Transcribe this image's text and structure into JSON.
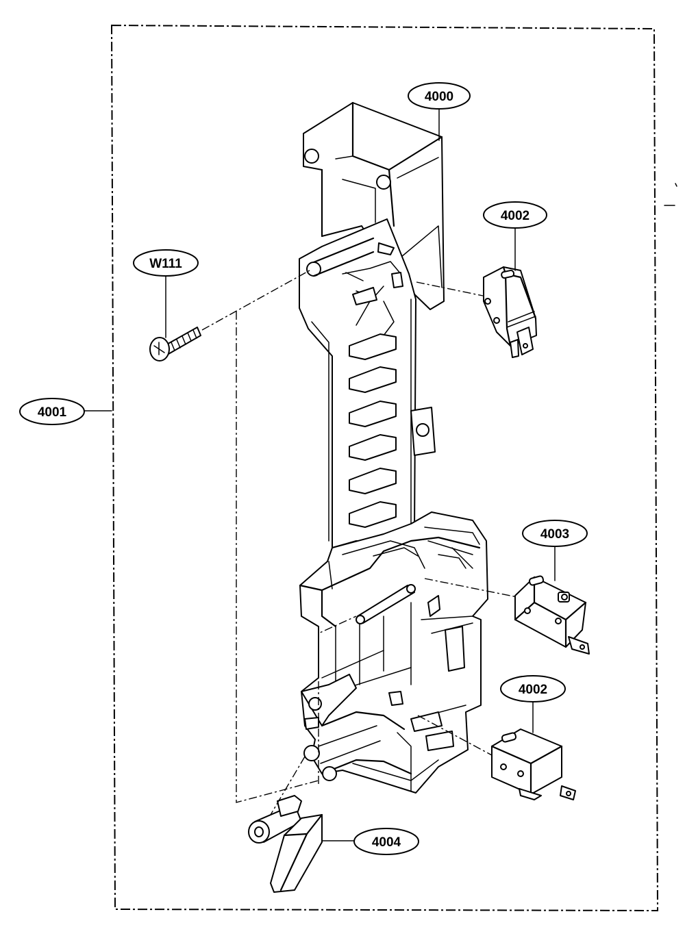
{
  "diagram": {
    "callouts": {
      "part_4000": "4000",
      "part_4001": "4001",
      "part_4002_top": "4002",
      "part_4002_bottom": "4002",
      "part_4003": "4003",
      "part_4004": "4004",
      "part_w111": "W111"
    },
    "line_color": "#000000",
    "background_color": "#ffffff"
  }
}
